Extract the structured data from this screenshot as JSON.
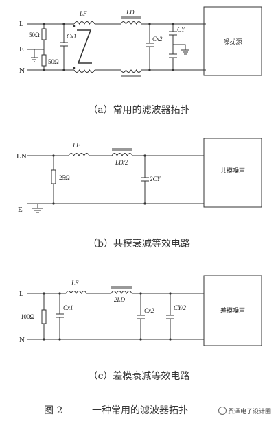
{
  "circuit_a": {
    "line_label": "L",
    "earth_label": "E",
    "neutral_label": "N",
    "res_top": "50Ω",
    "res_bottom": "50Ω",
    "cap_x1": "Cx1",
    "choke_common": "LF",
    "choke_diff": "LD",
    "cap_x2": "Cx2",
    "cap_y": "CY",
    "box_label": "噪扰源"
  },
  "caption_a": "（a）常用的滤波器拓扑",
  "circuit_b": {
    "line_label": "LN",
    "earth_label": "E",
    "choke_common": "LF",
    "choke_diff": "LD/2",
    "resistor": "25Ω",
    "cap": "2CY",
    "box_label": "共模噪声"
  },
  "caption_b": "（b）共模衰减等效电路",
  "circuit_c": {
    "line_label": "L",
    "neutral_label": "N",
    "choke_common": "LE",
    "choke_diff": "2LD",
    "resistor": "100Ω",
    "cap_x1": "Cx1",
    "cap_x2": "Cx2",
    "cap_y": "CY/2",
    "box_label": "差模噪声"
  },
  "caption_c": "（c）差模衰减等效电路",
  "figure": {
    "number": "图 2",
    "title": "一种常用的滤波器拓扑"
  },
  "watermark": "贸泽电子设计圈"
}
